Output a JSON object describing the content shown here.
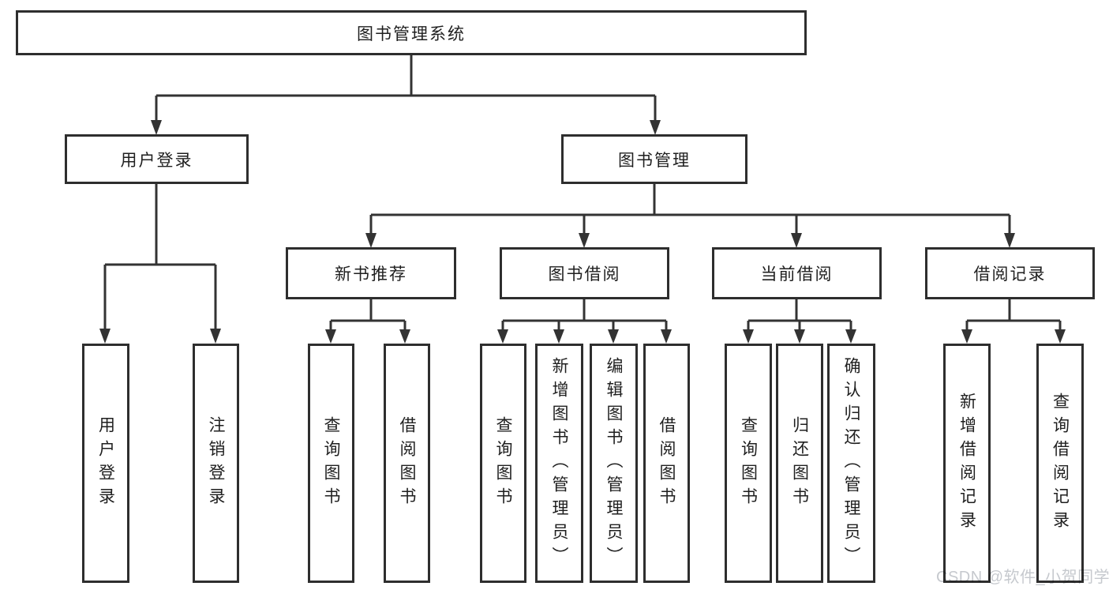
{
  "diagram": {
    "title": "图书管理系统",
    "root": {
      "label": "图书管理系统"
    },
    "branches": [
      {
        "label": "用户登录",
        "children": [
          {
            "label": "用户登录"
          },
          {
            "label": "注销登录"
          }
        ]
      },
      {
        "label": "图书管理",
        "children": [
          {
            "label": "新书推荐",
            "children": [
              {
                "label": "查询图书"
              },
              {
                "label": "借阅图书"
              }
            ]
          },
          {
            "label": "图书借阅",
            "children": [
              {
                "label": "查询图书"
              },
              {
                "label": "新增图书（管理员）"
              },
              {
                "label": "编辑图书（管理员）"
              },
              {
                "label": "借阅图书"
              }
            ]
          },
          {
            "label": "当前借阅",
            "children": [
              {
                "label": "查询图书"
              },
              {
                "label": "归还图书"
              },
              {
                "label": "确认归还（管理员）"
              }
            ]
          },
          {
            "label": "借阅记录",
            "children": [
              {
                "label": "新增借阅记录"
              },
              {
                "label": "查询借阅记录"
              }
            ]
          }
        ]
      }
    ]
  },
  "watermark": {
    "text": "CSDN @软件_小贺同学"
  },
  "colors": {
    "line": "#333333",
    "box_border": "#2e2e2e",
    "text": "#1f1f1f",
    "background": "#ffffff",
    "watermark": "#c6c9ce"
  }
}
